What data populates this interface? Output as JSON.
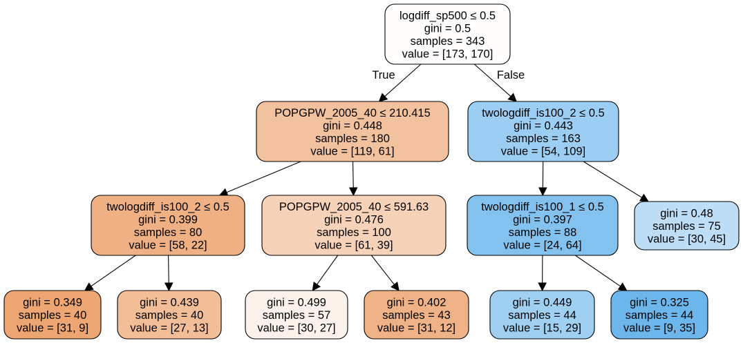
{
  "colors": {
    "class0": "#e58139",
    "class1": "#399de5"
  },
  "edge_labels": {
    "true": "True",
    "false": "False"
  },
  "nodes": [
    {
      "id": "root",
      "lines": [
        "logdiff_sp500 ≤ 0.5",
        "gini = 0.5",
        "samples = 343",
        "value = [173, 170]"
      ],
      "value": [
        173,
        170
      ]
    },
    {
      "id": "n1",
      "lines": [
        "POPGPW_2005_40 ≤ 210.415",
        "gini = 0.448",
        "samples = 180",
        "value = [119, 61]"
      ],
      "value": [
        119,
        61
      ]
    },
    {
      "id": "n2",
      "lines": [
        "twologdiff_is100_2 ≤ 0.5",
        "gini = 0.443",
        "samples = 163",
        "value = [54, 109]"
      ],
      "value": [
        54,
        109
      ]
    },
    {
      "id": "n3",
      "lines": [
        "twologdiff_is100_2 ≤ 0.5",
        "gini = 0.399",
        "samples = 80",
        "value = [58, 22]"
      ],
      "value": [
        58,
        22
      ]
    },
    {
      "id": "n4",
      "lines": [
        "POPGPW_2005_40 ≤ 591.63",
        "gini = 0.476",
        "samples = 100",
        "value = [61, 39]"
      ],
      "value": [
        61,
        39
      ]
    },
    {
      "id": "n5",
      "lines": [
        "twologdiff_is100_1 ≤ 0.5",
        "gini = 0.397",
        "samples = 88",
        "value = [24, 64]"
      ],
      "value": [
        24,
        64
      ]
    },
    {
      "id": "n6",
      "lines": [
        "gini = 0.48",
        "samples = 75",
        "value = [30, 45]"
      ],
      "value": [
        30,
        45
      ]
    },
    {
      "id": "n7",
      "lines": [
        "gini = 0.349",
        "samples = 40",
        "value = [31, 9]"
      ],
      "value": [
        31,
        9
      ]
    },
    {
      "id": "n8",
      "lines": [
        "gini = 0.439",
        "samples = 40",
        "value = [27, 13]"
      ],
      "value": [
        27,
        13
      ]
    },
    {
      "id": "n9",
      "lines": [
        "gini = 0.499",
        "samples = 57",
        "value = [30, 27]"
      ],
      "value": [
        30,
        27
      ]
    },
    {
      "id": "n10",
      "lines": [
        "gini = 0.402",
        "samples = 43",
        "value = [31, 12]"
      ],
      "value": [
        31,
        12
      ]
    },
    {
      "id": "n11",
      "lines": [
        "gini = 0.449",
        "samples = 44",
        "value = [15, 29]"
      ],
      "value": [
        15,
        29
      ]
    },
    {
      "id": "n12",
      "lines": [
        "gini = 0.325",
        "samples = 44",
        "value = [9, 35]"
      ],
      "value": [
        9,
        35
      ]
    }
  ],
  "edges": [
    {
      "from": "root",
      "to": "n1",
      "label": "true"
    },
    {
      "from": "root",
      "to": "n2",
      "label": "false"
    },
    {
      "from": "n1",
      "to": "n3"
    },
    {
      "from": "n1",
      "to": "n4"
    },
    {
      "from": "n2",
      "to": "n5"
    },
    {
      "from": "n2",
      "to": "n6"
    },
    {
      "from": "n3",
      "to": "n7"
    },
    {
      "from": "n3",
      "to": "n8"
    },
    {
      "from": "n4",
      "to": "n9"
    },
    {
      "from": "n4",
      "to": "n10"
    },
    {
      "from": "n5",
      "to": "n11"
    },
    {
      "from": "n5",
      "to": "n12"
    }
  ]
}
